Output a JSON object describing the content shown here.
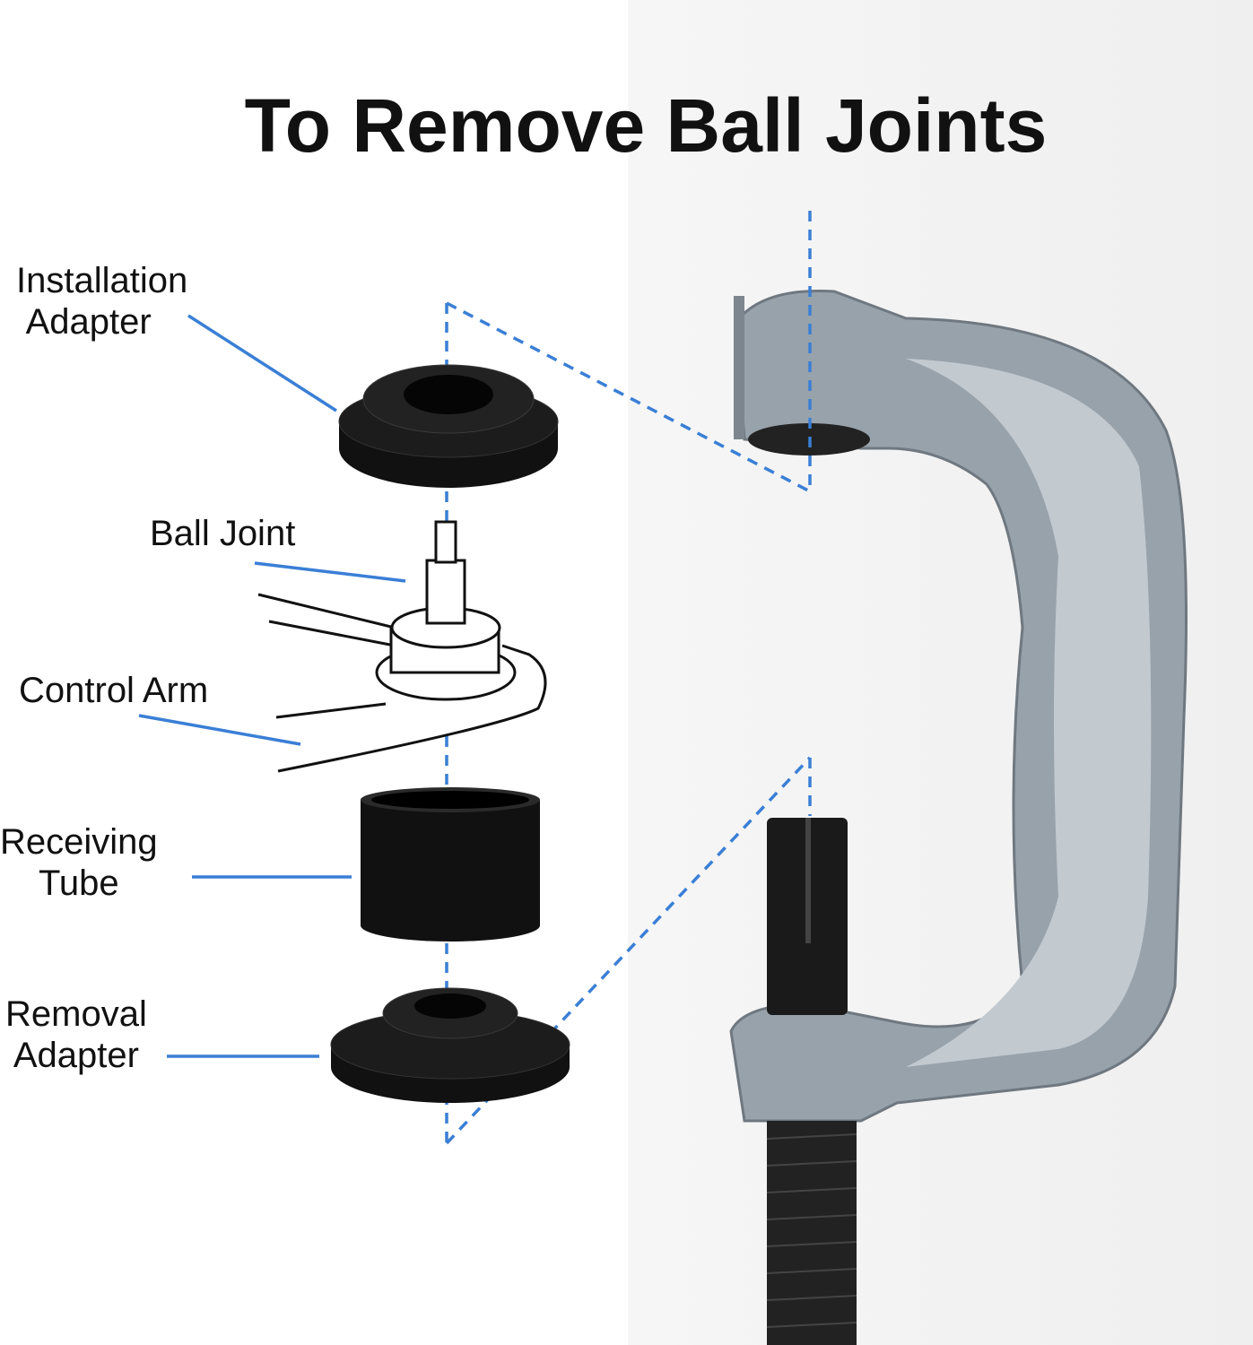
{
  "title": "To Remove Ball Joints",
  "labels": {
    "installation_adapter": [
      "Installation",
      "Adapter"
    ],
    "ball_joint": "Ball Joint",
    "control_arm": "Control Arm",
    "receiving_tube": [
      "Receiving",
      "Tube"
    ],
    "removal_adapter": [
      "Removal",
      "Adapter"
    ]
  },
  "colors": {
    "leader_line": "#3a7fd6",
    "frame": "#9aa4ad",
    "part": "#111111",
    "background_right": "#f2f2f2"
  }
}
